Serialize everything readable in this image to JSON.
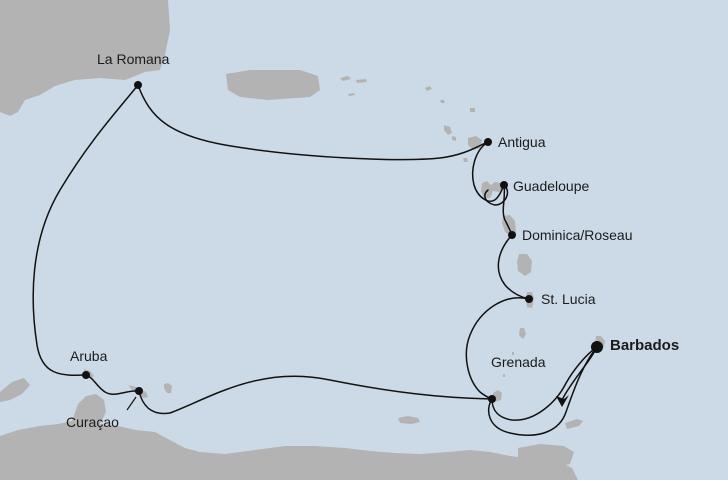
{
  "map": {
    "colors": {
      "sea": "#ccdae7",
      "land": "#b3b3b3",
      "route": "#111111",
      "marker": "#111111"
    },
    "ports": [
      {
        "id": "la-romana",
        "name": "La Romana"
      },
      {
        "id": "antigua",
        "name": "Antigua"
      },
      {
        "id": "guadeloupe",
        "name": "Guadeloupe"
      },
      {
        "id": "dominica",
        "name": "Dominica/Roseau"
      },
      {
        "id": "st-lucia",
        "name": "St. Lucia"
      },
      {
        "id": "barbados",
        "name": "Barbados",
        "emphasis": "start-end"
      },
      {
        "id": "grenada",
        "name": "Grenada"
      },
      {
        "id": "curacao",
        "name": "Curaçao"
      },
      {
        "id": "aruba",
        "name": "Aruba"
      }
    ]
  }
}
